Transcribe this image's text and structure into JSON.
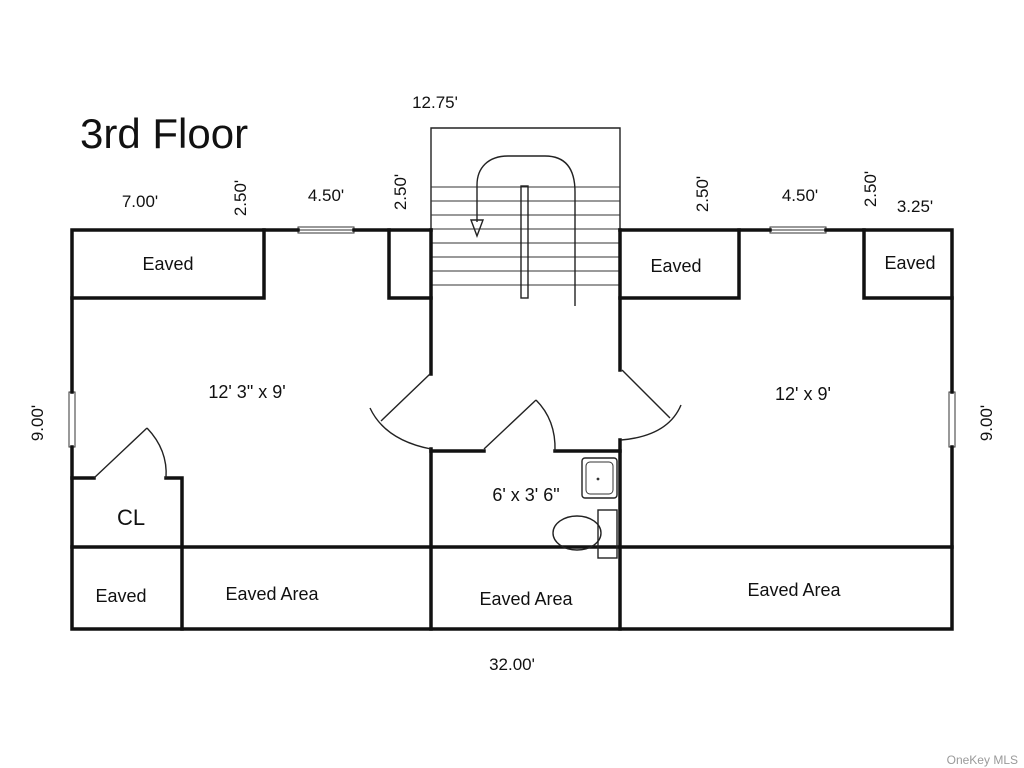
{
  "title": "3rd Floor",
  "rooms": {
    "left_bedroom": "12' 3\" x 9'",
    "right_bedroom": "12' x 9'",
    "bathroom": "6' x 3' 6\"",
    "closet": "CL",
    "eaved_left_top": "Eaved",
    "eaved_right_top_a": "Eaved",
    "eaved_right_top_b": "Eaved",
    "eaved_bottom_left": "Eaved",
    "eaved_area_left": "Eaved Area",
    "eaved_area_center": "Eaved Area",
    "eaved_area_right": "Eaved Area"
  },
  "dimensions": {
    "top_stairs": "12.75'",
    "top_left_a": "7.00'",
    "top_left_b": "2.50'",
    "top_left_c": "4.50'",
    "top_left_d": "2.50'",
    "top_right_a": "2.50'",
    "top_right_b": "4.50'",
    "top_right_c": "2.50'",
    "top_right_d": "3.25'",
    "left_side": "9.00'",
    "right_side": "9.00'",
    "bottom": "32.00'"
  },
  "watermark": "OneKey MLS"
}
